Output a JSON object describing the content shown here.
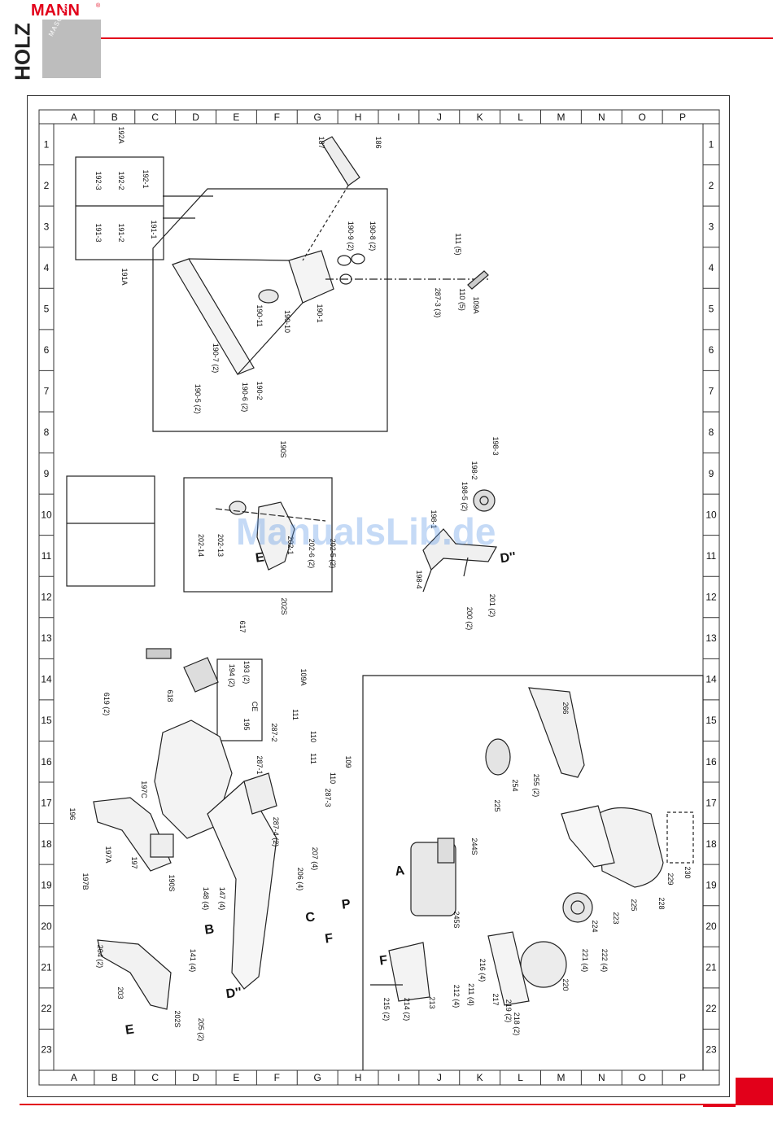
{
  "header": {
    "brand_mann": "MANN",
    "brand_holz": "HOLZ",
    "brand_sub": "MASCHINEN",
    "reg": "®"
  },
  "grid": {
    "columns": [
      "A",
      "B",
      "C",
      "D",
      "E",
      "F",
      "G",
      "H",
      "I",
      "J",
      "K",
      "L",
      "M",
      "N",
      "O",
      "P"
    ],
    "rows": [
      "1",
      "2",
      "3",
      "4",
      "5",
      "6",
      "7",
      "8",
      "9",
      "10",
      "11",
      "12",
      "13",
      "14",
      "15",
      "16",
      "17",
      "18",
      "19",
      "20",
      "21",
      "22",
      "23"
    ]
  },
  "watermark": "ManualsLib.de",
  "part_labels": [
    "192A",
    "192-1",
    "192-2",
    "192-3",
    "191-1",
    "191-2",
    "191-3",
    "191A",
    "187",
    "186",
    "190-8 (2)",
    "190-9 (2)",
    "111 (5)",
    "110 (5)",
    "287-3 (3)",
    "109A",
    "190-1",
    "190-10",
    "190-11",
    "190-7 (2)",
    "190-6 (2)",
    "190-5 (2)",
    "190-2",
    "190S",
    "198-3",
    "198-2",
    "198-5 (2)",
    "198-1",
    "198-4",
    "201 (2)",
    "200 (2)",
    "D''",
    "202-14",
    "202-13",
    "202-1",
    "202-6 (2)",
    "202-5 (2)",
    "202S",
    "E",
    "617",
    "193 (2)",
    "194 (2)",
    "CE",
    "195",
    "618",
    "619 (2)",
    "109A",
    "111",
    "287-2",
    "110",
    "287-1",
    "111",
    "110",
    "109",
    "287-3",
    "287-4 (2)",
    "207 (4)",
    "206 (4)",
    "196",
    "197C",
    "197A",
    "197",
    "197B",
    "190S",
    "148 (4)",
    "147 (4)",
    "141 (4)",
    "205 (2)",
    "204 (2)",
    "203",
    "202S",
    "E",
    "D''",
    "B",
    "C",
    "F",
    "P",
    "266",
    "255 (2)",
    "254",
    "225",
    "244S",
    "A",
    "245S",
    "229",
    "230",
    "228",
    "225",
    "223",
    "224",
    "222 (4)",
    "221 (4)",
    "220",
    "216 (4)",
    "217",
    "218 (2)",
    "219 (2)",
    "211 (4)",
    "212 (4)",
    "213",
    "214 (2)",
    "215 (2)",
    "F"
  ]
}
